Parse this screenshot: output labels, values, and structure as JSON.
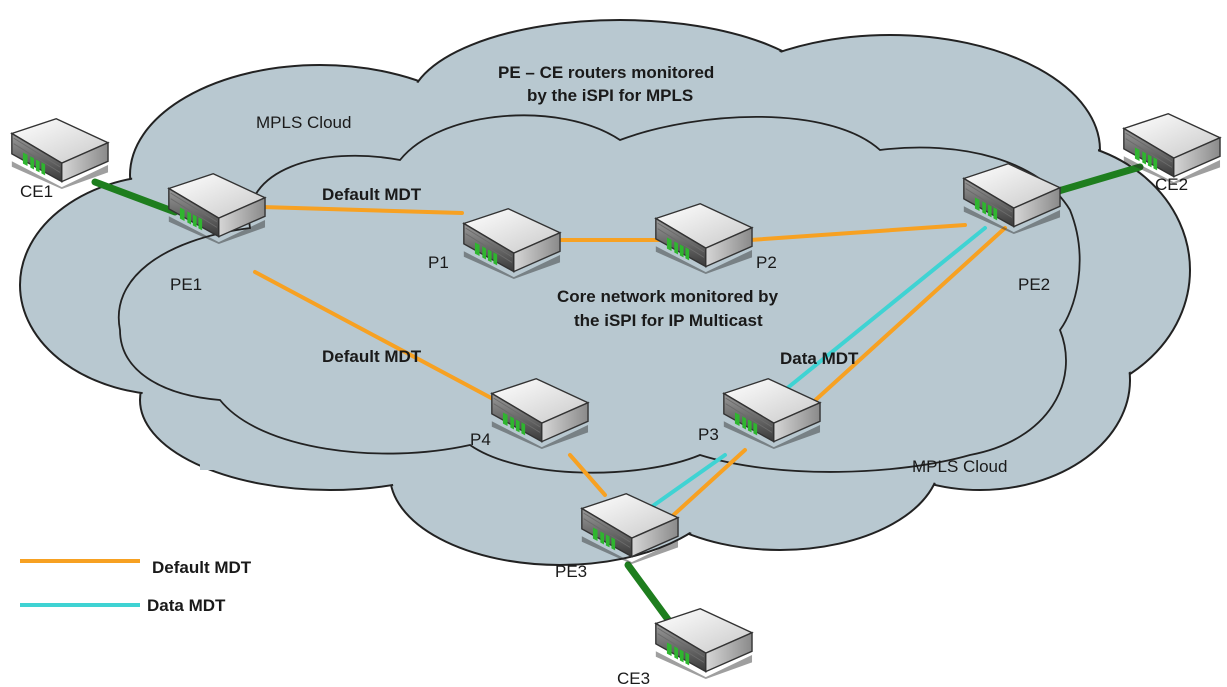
{
  "cloud": {
    "outer_label": "MPLS Cloud",
    "inner_label": "MPLS Cloud",
    "pe_ce_note_line1": "PE – CE routers monitored",
    "pe_ce_note_line2": "by the iSPI for MPLS",
    "core_note_line1": "Core network monitored by",
    "core_note_line2": "the iSPI for IP Multicast"
  },
  "routers": {
    "ce1": "CE1",
    "ce2": "CE2",
    "ce3": "CE3",
    "pe1": "PE1",
    "pe2": "PE2",
    "pe3": "PE3",
    "p1": "P1",
    "p2": "P2",
    "p3": "P3",
    "p4": "P4"
  },
  "link_labels": {
    "default_mdt_top": "Default MDT",
    "default_mdt_left": "Default MDT",
    "data_mdt": "Data MDT"
  },
  "legend": {
    "default_mdt": "Default MDT",
    "data_mdt": "Data MDT"
  },
  "colors": {
    "default_mdt": "#F7A122",
    "data_mdt": "#3FD3D3",
    "access_link": "#1E7E1E",
    "cloud_fill": "#B8C8D0",
    "cloud_stroke": "#222222"
  }
}
